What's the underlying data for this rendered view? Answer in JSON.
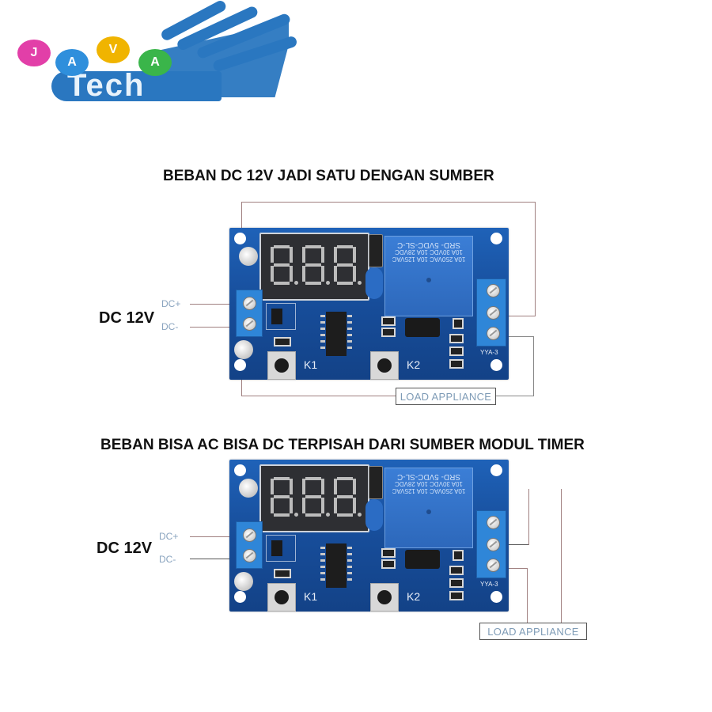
{
  "logo": {
    "letters": [
      "J",
      "A",
      "V",
      "A"
    ],
    "letter_colors": [
      "#e23fa8",
      "#2f8fdc",
      "#f0b400",
      "#3ab54a"
    ],
    "word": "Tech",
    "brand_color": "#2a77c0"
  },
  "diagram1": {
    "title": "BEBAN DC 12V JADI SATU DENGAN SUMBER",
    "supply_label": "DC 12V",
    "pin_plus": "DC+",
    "pin_minus": "DC-",
    "load_label": "LOAD APPLIANCE",
    "board": {
      "display": "8.8.8.",
      "relay_text": [
        "SRD- 5VDC-SL-C",
        "10A 30VDC 10A 28VDC",
        "10A 250VAC 10A 125VAC"
      ],
      "button_left": "K1",
      "button_right": "K2",
      "terminal_label": "YYA-3"
    }
  },
  "diagram2": {
    "title": "BEBAN BISA AC BISA DC TERPISAH DARI SUMBER MODUL TIMER",
    "supply_label": "DC 12V",
    "pin_plus": "DC+",
    "pin_minus": "DC-",
    "load_label": "LOAD APPLIANCE",
    "board": {
      "display": "8.8.8.",
      "relay_text": [
        "SRD- 5VDC-SL-C",
        "10A 30VDC 10A 28VDC",
        "10A 250VAC 10A 125VAC"
      ],
      "button_left": "K1",
      "button_right": "K2",
      "terminal_label": "YYA-3"
    }
  },
  "colors": {
    "pcb": "#1a56a6",
    "wire": "#a08080",
    "pin_label": "#8aa4bf",
    "load_text": "#7e9bb6"
  }
}
